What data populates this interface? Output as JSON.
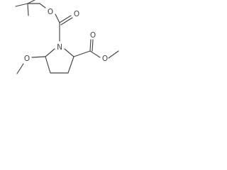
{
  "molecule": {
    "atoms": {
      "O1": "O",
      "O2": "O",
      "N": "N",
      "O3": "O",
      "O4": "O",
      "O5": "O"
    },
    "colors": {
      "bond": "#444444",
      "label": "#444444",
      "background": "#ffffff"
    }
  }
}
